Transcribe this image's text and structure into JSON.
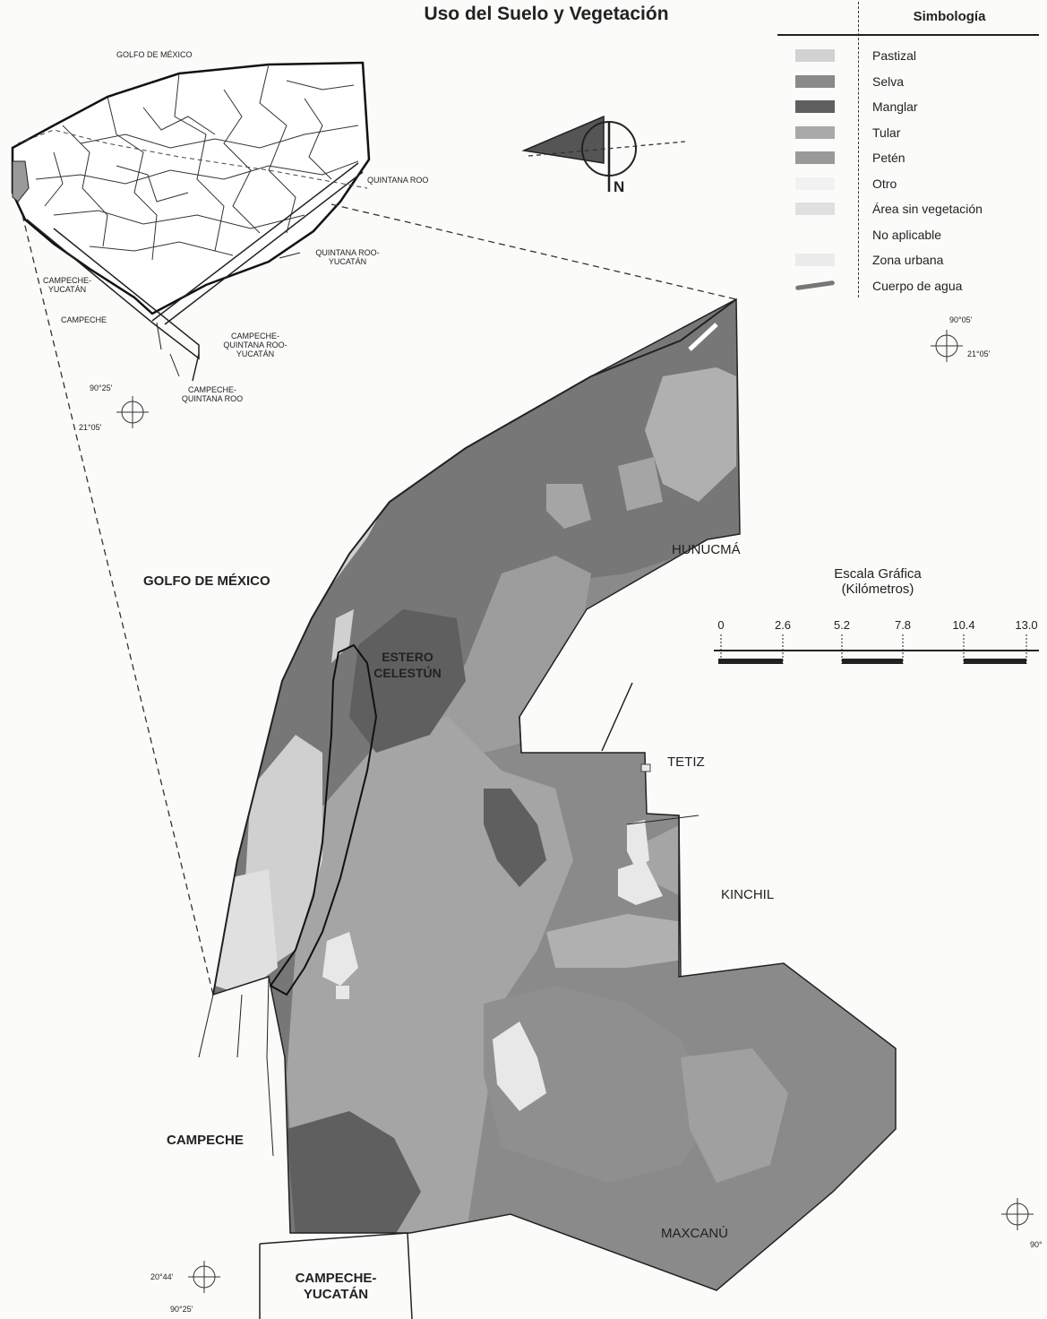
{
  "title": "Uso del Suelo y Vegetación",
  "legend": {
    "title": "Simbología",
    "items": [
      {
        "label": "Pastizal",
        "color": "#d2d2d2"
      },
      {
        "label": "Selva",
        "color": "#8a8a8a"
      },
      {
        "label": "Manglar",
        "color": "#5f5f5f"
      },
      {
        "label": "Tular",
        "color": "#a9a9a9"
      },
      {
        "label": "Petén",
        "color": "#9a9a9a"
      },
      {
        "label": "Otro",
        "color": "#f2f2f2"
      },
      {
        "label": "Área sin vegetación",
        "color": "#e0e0e0"
      },
      {
        "label": "No aplicable",
        "color": "#fbfbfa"
      },
      {
        "label": "Zona urbana",
        "color": "#ececec"
      },
      {
        "label": "Cuerpo de agua",
        "color": "#777777"
      }
    ]
  },
  "inset": {
    "golfo": "GOLFO DE MÉXICO",
    "quintana_roo": "QUINTANA ROO",
    "qr_yucatan_1": "QUINTANA ROO-",
    "qr_yucatan_2": "YUCATÁN",
    "campeche_yucatan_1": "CAMPECHE-",
    "campeche_yucatan_2": "YUCATÁN",
    "campeche": "CAMPECHE",
    "cqry_1": "CAMPECHE-",
    "cqry_2": "QUINTANA ROO-",
    "cqry_3": "YUCATÁN",
    "cqr_1": "CAMPECHE-",
    "cqr_2": "QUINTANA ROO"
  },
  "labels": {
    "golfo": "GOLFO DE MÉXICO",
    "estero_1": "ESTERO",
    "estero_2": "CELESTÚN",
    "hunucma": "HUNUCMÁ",
    "tetiz": "TETIZ",
    "kinchil": "KINCHIL",
    "campeche": "CAMPECHE",
    "maxcanu": "MAXCANÚ",
    "campeche_yucatan_1": "CAMPECHE-",
    "campeche_yucatan_2": "YUCATÁN",
    "north": "N"
  },
  "coords": {
    "inset_lon": "90°25'",
    "inset_lat": "21°05'",
    "ne_lon": "90°05'",
    "ne_lat": "21°05'",
    "sw_lat": "20°44'",
    "sw_lon": "90°25'",
    "se_lon": "90°"
  },
  "scale": {
    "title_1": "Escala Gráfica",
    "title_2": "(Kilómetros)",
    "ticks": [
      "0",
      "2.6",
      "5.2",
      "7.8",
      "10.4",
      "13.0"
    ]
  }
}
